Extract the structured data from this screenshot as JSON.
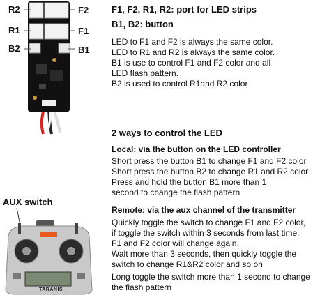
{
  "board": {
    "labels": {
      "r2": "R2",
      "f2": "F2",
      "r1": "R1",
      "f1": "F1",
      "b2": "B2",
      "b1": "B1"
    }
  },
  "ports_heading": "F1, F2, R1, R2: port for LED strips",
  "buttons_heading": "B1, B2: button",
  "desc_lines": [
    "LED to F1 and F2 is always the same color.",
    "LED to R1 and R2 is always the same color.",
    "B1 is use to control F1 and F2 color and all",
    "LED flash pattern.",
    "B2 is used to control R1and R2 color"
  ],
  "ways_heading": "2 ways to control the LED",
  "local": {
    "heading": "Local: via the button on the LED controller",
    "lines": [
      "Short press the button B1 to change F1 and F2 color",
      "Short press the button B2 to change R1 and R2 color",
      "Press and hold the button B1 more than 1",
      "second to change the flash pattern"
    ]
  },
  "remote": {
    "heading": "Remote: via the aux channel of the transmitter",
    "lines": [
      "Quickly toggle the switch to change F1 and F2 color,",
      "if toggle the switch within 3 seconds from last time,",
      "F1 and F2 color will change again.",
      "Wait more than 3 seconds, then quickly toggle the",
      "switch to change R1&R2 color and so on",
      "Long toggle the switch more than 1 second to change",
      "the flash pattern"
    ]
  },
  "transmitter": {
    "aux_label": "AUX switch",
    "brand": "TARANIS"
  }
}
